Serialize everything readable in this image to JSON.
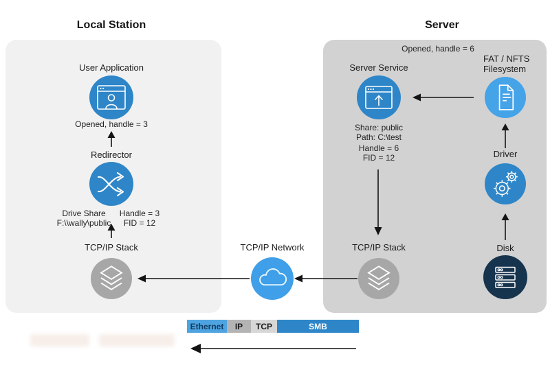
{
  "titles": {
    "local_station": "Local Station",
    "server": "Server"
  },
  "local_station": {
    "user_application": {
      "label": "User Application",
      "note": "Opened, handle = 3",
      "icon": "app-window-user-icon"
    },
    "redirector": {
      "label": "Redirector",
      "drive_share_line1": "Drive Share",
      "drive_share_line2": "F:\\\\wally\\public",
      "handle_line1": "Handle = 3",
      "handle_line2": "FID = 12",
      "icon": "crossed-arrows-icon"
    },
    "tcpip_stack": {
      "label": "TCP/IP Stack",
      "icon": "layers-icon"
    }
  },
  "network": {
    "label": "TCP/IP Network",
    "icon": "cloud-icon"
  },
  "server": {
    "opened_note": "Opened, handle = 6",
    "server_service": {
      "label": "Server Service",
      "icon": "app-window-upload-icon",
      "notes": [
        "Share: public",
        "Path: C:\\test",
        "Handle = 6",
        "FID = 12"
      ]
    },
    "filesystem": {
      "label_line1": "FAT / NFTS",
      "label_line2": "Filesystem",
      "icon": "document-icon"
    },
    "driver": {
      "label": "Driver",
      "icon": "gears-icon"
    },
    "disk": {
      "label": "Disk",
      "icon": "server-rack-icon"
    },
    "tcpip_stack": {
      "label": "TCP/IP Stack",
      "icon": "layers-icon"
    }
  },
  "legend": {
    "segments": [
      {
        "label": "Ethernet",
        "bg": "#4ea4e0",
        "fg": "#0f3c63"
      },
      {
        "label": "IP",
        "bg": "#b4b4b4",
        "fg": "#1c1c1c"
      },
      {
        "label": "TCP",
        "bg": "#d7d7d7",
        "fg": "#1c1c1c"
      },
      {
        "label": "SMB",
        "bg": "#2e86c8",
        "fg": "#ffffff"
      }
    ]
  },
  "colors": {
    "node_blue": "#2e86c8",
    "node_light_blue": "#3f9fe8",
    "node_lighter_blue": "#45a3e8",
    "node_gray": "#a7a7a7",
    "node_dark_navy": "#16344e",
    "panel_left": "#f1f1f1",
    "panel_right": "#d2d2d2",
    "arrow": "#141414"
  }
}
